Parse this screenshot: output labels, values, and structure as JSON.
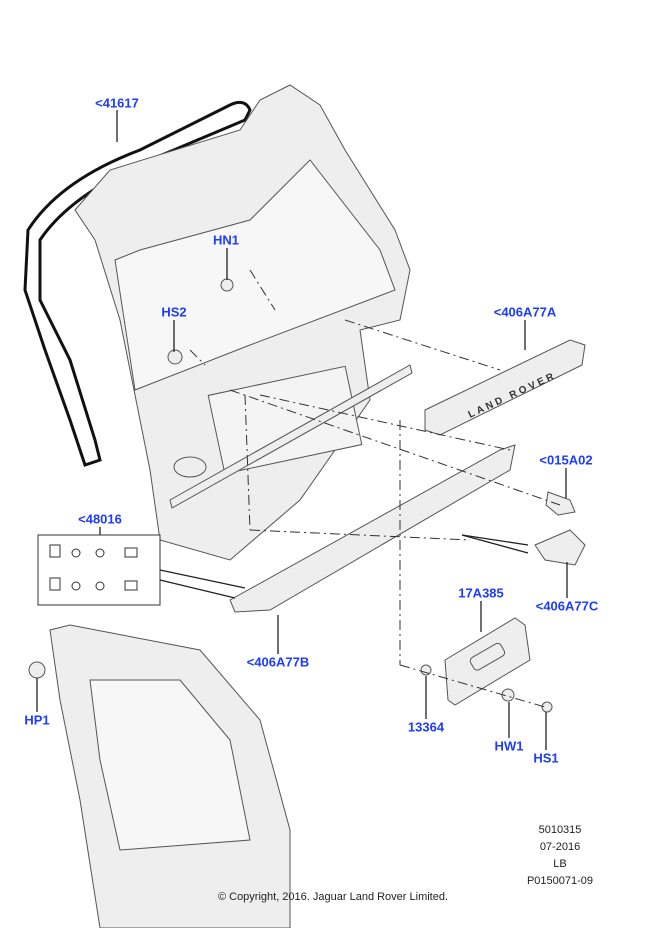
{
  "callouts": {
    "c41617": "<41617",
    "hn1": "HN1",
    "hs2": "HS2",
    "c406a77a": "<406A77A",
    "c015a02": "<015A02",
    "c48016": "<48016",
    "c406a77c": "<406A77C",
    "c17a385": "17A385",
    "c406a77b": "<406A77B",
    "hp1": "HP1",
    "c13364": "13364",
    "hw1": "HW1",
    "hs1": "HS1"
  },
  "badge_text": "LAND ROVER",
  "footer": {
    "ref": "5010315",
    "date": "07-2016",
    "code": "LB",
    "illustration": "P0150071-09",
    "copyright": "© Copyright, 2016. Jaguar Land Rover Limited."
  },
  "colors": {
    "callout": "#1e3cff",
    "line": "#333333",
    "part_fill": "#e8e8e8"
  }
}
